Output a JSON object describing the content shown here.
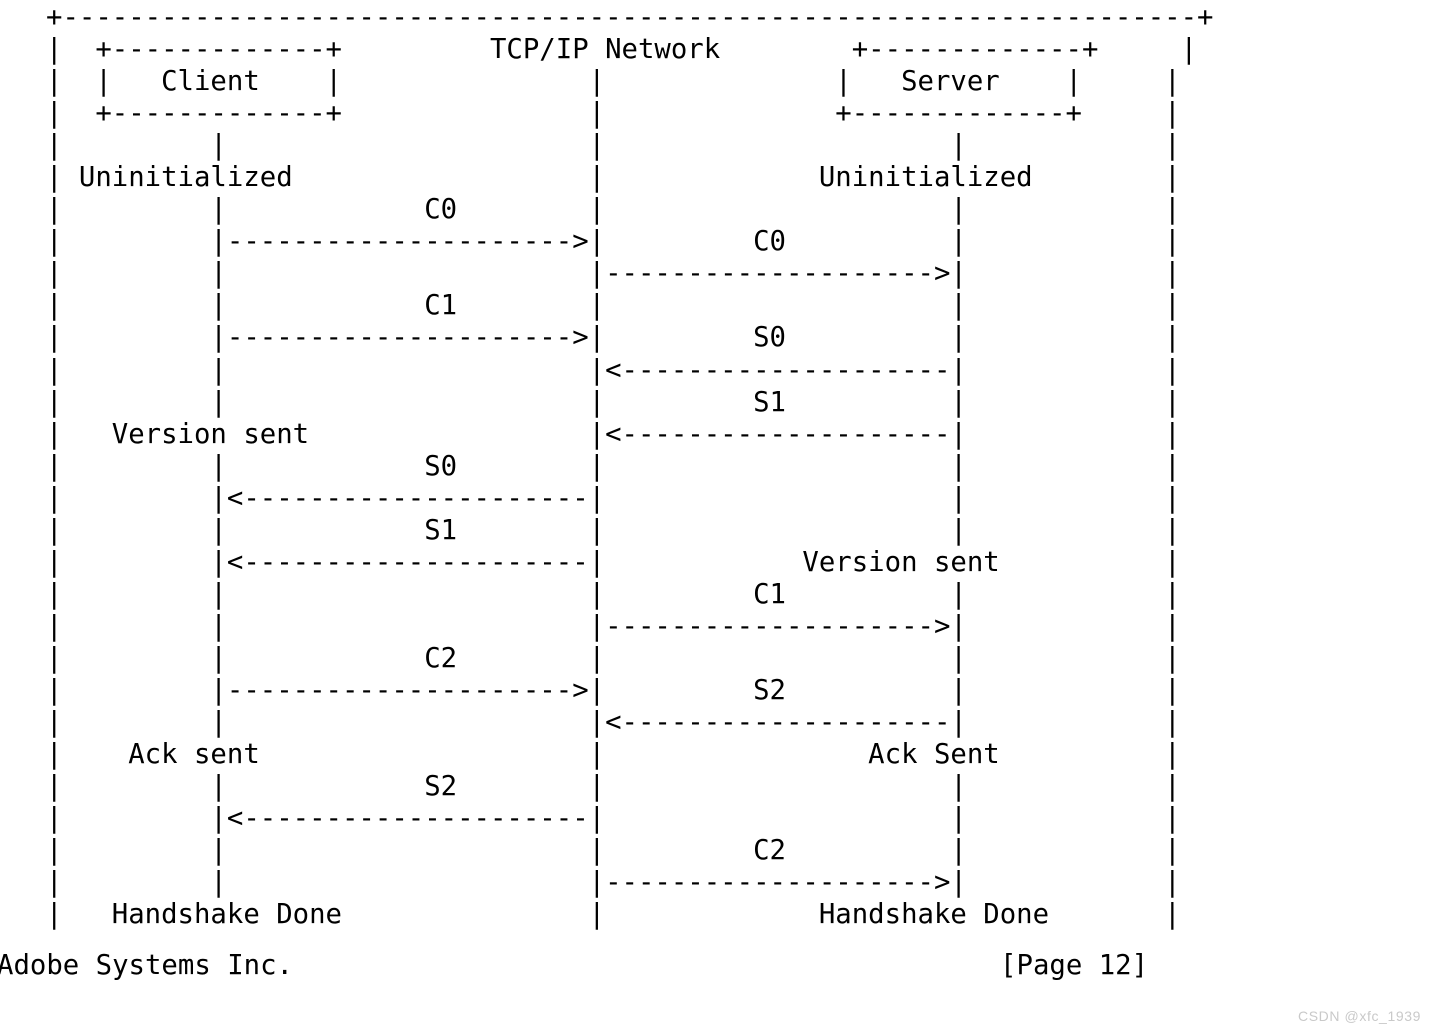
{
  "document": {
    "type": "ascii-sequence-diagram",
    "subject": "RTMP handshake between Client and Server over TCP/IP Network",
    "text_color": "#000000",
    "background_color": "#ffffff"
  },
  "diagram": {
    "boxes": [
      {
        "label": "Client"
      },
      {
        "label": "Server"
      }
    ],
    "network_label": "TCP/IP Network",
    "client_states": [
      "Uninitialized",
      "Version sent",
      "Ack sent",
      "Handshake Done"
    ],
    "server_states": [
      "Uninitialized",
      "Version sent",
      "Ack Sent",
      "Handshake Done"
    ],
    "client_network_messages": [
      {
        "label": "C0",
        "direction": "right"
      },
      {
        "label": "C1",
        "direction": "right"
      },
      {
        "label": "S0",
        "direction": "left"
      },
      {
        "label": "S1",
        "direction": "left"
      },
      {
        "label": "C2",
        "direction": "right"
      },
      {
        "label": "S2",
        "direction": "left"
      }
    ],
    "network_server_messages": [
      {
        "label": "C0",
        "direction": "right"
      },
      {
        "label": "S0",
        "direction": "left"
      },
      {
        "label": "S1",
        "direction": "left"
      },
      {
        "label": "C1",
        "direction": "right"
      },
      {
        "label": "S2",
        "direction": "left"
      },
      {
        "label": "C2",
        "direction": "right"
      }
    ],
    "art": "+---------------------------------------------------------------------+\n|  +-------------+         TCP/IP Network        +-------------+     |\n|  |   Client    |               |              |   Server    |     |\n|  +-------------+               |              +-------------+     |\n|         |                      |                     |            |\n| Uninitialized                  |             Uninitialized        |\n|         |            C0        |                     |            |\n|         |--------------------->|         C0          |            |\n|         |                      |-------------------->|            |\n|         |            C1        |                     |            |\n|         |--------------------->|         S0          |            |\n|         |                      |<--------------------|            |\n|         |                      |         S1          |            |\n|   Version sent                 |<--------------------|            |\n|         |            S0        |                     |            |\n|         |<---------------------|                     |            |\n|         |            S1        |                     |            |\n|         |<---------------------|            Version sent          |\n|         |                      |         C1          |            |\n|         |                      |-------------------->|            |\n|         |            C2        |                     |            |\n|         |--------------------->|         S2          |            |\n|         |                      |<--------------------|            |\n|    Ack sent                    |                Ack Sent          |\n|         |            S2        |                     |            |\n|         |<---------------------|                     |            |\n|         |                      |         C2          |            |\n|         |                      |-------------------->|            |\n|   Handshake Done               |             Handshake Done       |"
  },
  "footer": {
    "line": "Adobe Systems Inc.                                           [Page 12]",
    "publisher": "Adobe Systems Inc.",
    "page_marker": "[Page 12]"
  },
  "watermark": {
    "text": "CSDN @xfc_1939",
    "color": "#c9c9c9"
  }
}
